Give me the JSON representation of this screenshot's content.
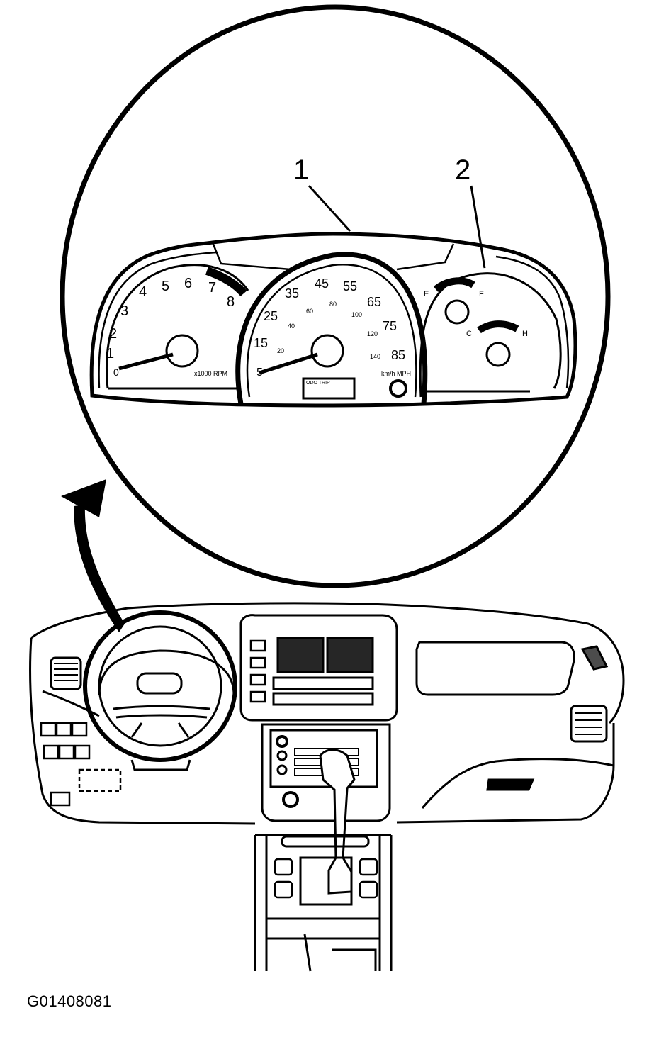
{
  "callouts": {
    "one": "1",
    "two": "2"
  },
  "figure_id": "G01408081",
  "tachometer": {
    "ticks": [
      "0",
      "1",
      "2",
      "3",
      "4",
      "5",
      "6",
      "7",
      "8"
    ],
    "unit": "x1000 RPM"
  },
  "speedometer": {
    "mph_ticks": [
      "5",
      "15",
      "25",
      "35",
      "45",
      "55",
      "65",
      "75",
      "85"
    ],
    "kmh_ticks": [
      "20",
      "40",
      "60",
      "80",
      "100",
      "120",
      "140"
    ],
    "unit": "km/h MPH"
  },
  "fuel_gauge": {
    "empty": "E",
    "full": "F"
  },
  "temp_gauge": {
    "cold": "C",
    "hot": "H"
  },
  "odometer_label": "ODO TRIP",
  "colors": {
    "ink": "#000000",
    "paper": "#ffffff"
  }
}
